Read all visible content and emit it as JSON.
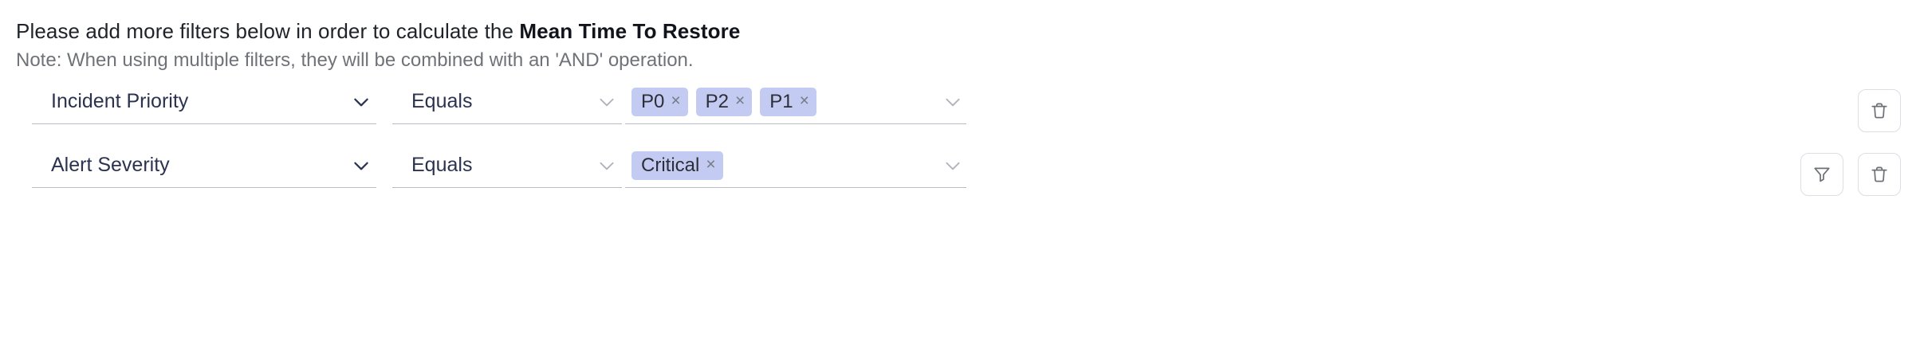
{
  "header": {
    "instruction_prefix": "Please add more filters below in order to calculate the ",
    "instruction_metric": "Mean Time To Restore",
    "note": "Note: When using multiple filters, they will be combined with an 'AND' operation."
  },
  "colors": {
    "chip_background": "#c3cbf2",
    "field_text": "#2b3350",
    "note_text": "#6f7278",
    "underline": "#b9bcc4",
    "button_border": "#dcdee3",
    "icon_stroke": "#6e7178"
  },
  "filters": [
    {
      "attribute": "Incident Priority",
      "operator": "Equals",
      "values": [
        "P0",
        "P2",
        "P1"
      ],
      "remove_label": "×",
      "buttons": [
        {
          "name": "delete-filter-button",
          "icon": "trash-icon"
        }
      ]
    },
    {
      "attribute": "Alert Severity",
      "operator": "Equals",
      "values": [
        "Critical"
      ],
      "remove_label": "×",
      "buttons": [
        {
          "name": "add-filter-button",
          "icon": "funnel-icon"
        },
        {
          "name": "delete-filter-button",
          "icon": "trash-icon"
        }
      ]
    }
  ]
}
